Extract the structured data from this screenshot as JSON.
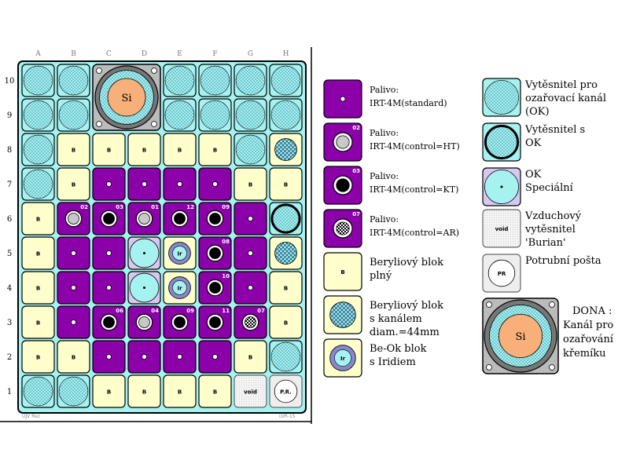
{
  "grid": {
    "columns": [
      "A",
      "B",
      "C",
      "D",
      "E",
      "F",
      "G",
      "H"
    ],
    "rows": [
      "10",
      "9",
      "8",
      "7",
      "6",
      "5",
      "4",
      "3",
      "2",
      "1"
    ],
    "cells": [
      [
        "ok",
        "ok",
        "si",
        "si",
        "ok",
        "ok",
        "ok",
        "ok"
      ],
      [
        "ok",
        "ok",
        "si",
        "si",
        "ok",
        "ok",
        "ok",
        "ok"
      ],
      [
        "ok",
        "be",
        "be",
        "be",
        "be",
        "be",
        "ok",
        "bec"
      ],
      [
        "ok",
        "be",
        "fuel",
        "fuel",
        "fuel",
        "fuel",
        "be",
        "be"
      ],
      [
        "be",
        "ht",
        "kt",
        "ht",
        "kt",
        "kt",
        "fuel",
        "okx"
      ],
      [
        "be",
        "fuel",
        "fuel",
        "oks",
        "ir",
        "kt",
        "fuel",
        "bec"
      ],
      [
        "be",
        "fuel",
        "fuel",
        "oks",
        "ir",
        "kt",
        "fuel",
        "be"
      ],
      [
        "be",
        "fuel",
        "kt",
        "ht",
        "kt",
        "kt",
        "ar",
        "be"
      ],
      [
        "be",
        "be",
        "fuel",
        "fuel",
        "fuel",
        "fuel",
        "be",
        "ok"
      ],
      [
        "ok",
        "ok",
        "be",
        "be",
        "be",
        "be",
        "void",
        "pr"
      ]
    ],
    "numbers": [
      {
        "row": 4,
        "col": 1,
        "text": "02"
      },
      {
        "row": 4,
        "col": 2,
        "text": "03"
      },
      {
        "row": 4,
        "col": 3,
        "text": "01"
      },
      {
        "row": 4,
        "col": 4,
        "text": "12"
      },
      {
        "row": 4,
        "col": 5,
        "text": "09"
      },
      {
        "row": 5,
        "col": 5,
        "text": "08"
      },
      {
        "row": 6,
        "col": 5,
        "text": "10"
      },
      {
        "row": 7,
        "col": 2,
        "text": "06"
      },
      {
        "row": 7,
        "col": 3,
        "text": "04"
      },
      {
        "row": 7,
        "col": 4,
        "text": "09"
      },
      {
        "row": 7,
        "col": 5,
        "text": "11"
      },
      {
        "row": 7,
        "col": 6,
        "text": "07"
      }
    ],
    "labels": {
      "be": "B",
      "ir": "Ir",
      "si": "Si",
      "void": "void",
      "pr": "P.R."
    },
    "footer_left": "UJV Rez",
    "footer_right": "LVR-15"
  },
  "legend": {
    "left": [
      {
        "type": "fuel",
        "lines": [
          "Palivo:",
          "IRT-4M(standard)"
        ]
      },
      {
        "type": "ht",
        "num": "02",
        "lines": [
          "Palivo:",
          "IRT-4M(control=HT)"
        ]
      },
      {
        "type": "kt",
        "num": "03",
        "lines": [
          "Palivo:",
          "IRT-4M(control=KT)"
        ]
      },
      {
        "type": "ar",
        "num": "07",
        "lines": [
          "Palivo:",
          "IRT-4M(control=AR)"
        ]
      },
      {
        "type": "be",
        "lines": [
          "Beryliový blok",
          "plný"
        ]
      },
      {
        "type": "bec",
        "lines": [
          "Beryliový blok",
          "s kanálem",
          "diam.=44mm"
        ]
      },
      {
        "type": "ir",
        "lines": [
          "Be-Ok blok",
          "s Iridiem"
        ]
      }
    ],
    "right": [
      {
        "type": "ok",
        "lines": [
          "Vytěsnitel pro",
          "ozařovací kanál",
          "(OK)"
        ]
      },
      {
        "type": "okx",
        "lines": [
          "Vytěsnitel s",
          "OK"
        ]
      },
      {
        "type": "oks",
        "lines": [
          "OK",
          "Speciální"
        ]
      },
      {
        "type": "void",
        "lines": [
          "Vzduchový",
          "vytěsnitel",
          "'Burian'"
        ]
      },
      {
        "type": "pr",
        "lines": [
          "Potrubní pošta"
        ]
      },
      {
        "type": "dona",
        "lines": [
          "DONA :",
          "Kanál pro",
          "ozařování",
          "křemíku"
        ]
      }
    ],
    "cell_labels": {
      "be": "B",
      "ir": "Ir",
      "void": "void",
      "pr": "PR",
      "si": "Si"
    }
  },
  "colors": {
    "fuel": "#8B00A8",
    "beryllium": "#FFFFCC",
    "ok": "#A6F2F0",
    "frame": "#AAAAAA",
    "si": "#F7B07A"
  }
}
